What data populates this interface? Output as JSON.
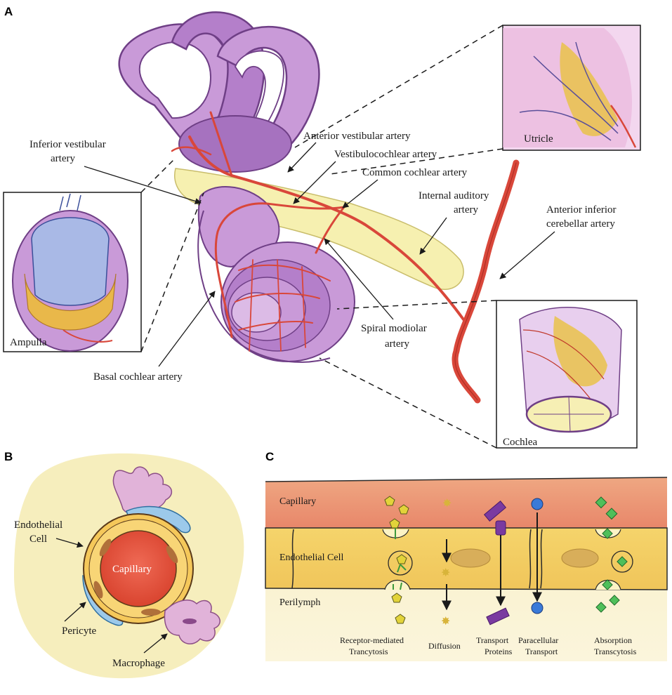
{
  "panels": {
    "a": {
      "letter": "A",
      "labels": {
        "inferior_vestibular": [
          "Inferior vestibular",
          "artery"
        ],
        "anterior_vestibular": "Anterior vestibular artery",
        "vestibulocochlear": "Vestibulocochlear artery",
        "common_cochlear": "Common cochlear artery",
        "internal_auditory": [
          "Internal auditory",
          "artery"
        ],
        "anterior_inferior_cerebellar": [
          "Anterior inferior",
          "cerebellar artery"
        ],
        "spiral_modiolar": [
          "Spiral modiolar",
          "artery"
        ],
        "basal_cochlear": "Basal cochlear artery"
      },
      "insets": {
        "utricle": "Utricle",
        "ampulla": "Ampulla",
        "cochlea": "Cochlea"
      }
    },
    "b": {
      "letter": "B",
      "labels": {
        "endothelial_cell": [
          "Endothelial",
          "Cell"
        ],
        "capillary": "Capillary",
        "pericyte": "Pericyte",
        "macrophage": "Macrophage"
      }
    },
    "c": {
      "letter": "C",
      "layers": {
        "capillary": "Capillary",
        "endothelial_cell": "Endothelial Cell",
        "perilymph": "Perilymph"
      },
      "mechanisms": [
        [
          "Receptor-mediated",
          "Trancytosis"
        ],
        [
          "Diffusion"
        ],
        [
          "Transport",
          "Proteins"
        ],
        [
          "Paracellular",
          "Transport"
        ],
        [
          "Absorption",
          "Transcytosis"
        ]
      ]
    }
  }
}
